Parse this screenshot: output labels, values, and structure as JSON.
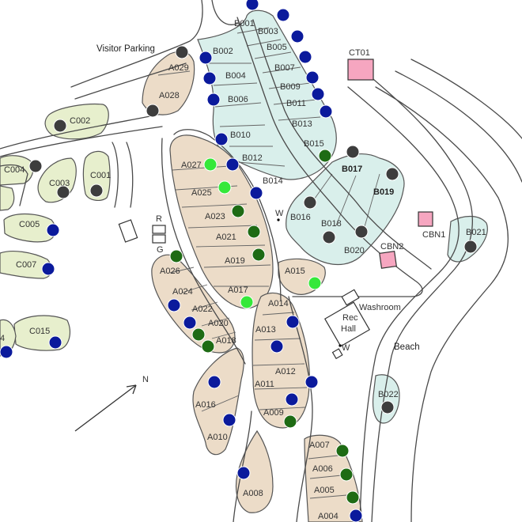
{
  "colors": {
    "reserved": "#0b1a9c",
    "occupied": "#1e6b14",
    "available": "#35e83a",
    "unknown": "#3d3d3d",
    "zone_a": "#ecdcc8",
    "zone_b": "#d9efeb",
    "zone_c": "#e7efcd",
    "cabin": "#f6a6c0"
  },
  "labels": {
    "visitor_parking": "Visitor Parking",
    "beach": "Beach",
    "washroom": "Washroom",
    "rec_hall_1": "Rec",
    "rec_hall_2": "Hall",
    "north": "N",
    "r": "R",
    "g": "G",
    "w1": "W",
    "w2": "W"
  },
  "cabins": [
    {
      "id": "CT01"
    },
    {
      "id": "CBN1"
    },
    {
      "id": "CBN2"
    }
  ],
  "sites": [
    {
      "id": "B001",
      "status": "reserved"
    },
    {
      "id": "B003",
      "status": "reserved"
    },
    {
      "id": "B005",
      "status": "reserved"
    },
    {
      "id": "B007",
      "status": "reserved"
    },
    {
      "id": "B009",
      "status": "reserved"
    },
    {
      "id": "B011",
      "status": "reserved"
    },
    {
      "id": "B013",
      "status": "reserved"
    },
    {
      "id": "B015",
      "status": "occupied"
    },
    {
      "id": "B017",
      "status": "unknown"
    },
    {
      "id": "B019",
      "status": "unknown"
    },
    {
      "id": "B002",
      "status": "reserved"
    },
    {
      "id": "B004",
      "status": "reserved"
    },
    {
      "id": "B006",
      "status": "reserved"
    },
    {
      "id": "B010",
      "status": "reserved"
    },
    {
      "id": "B012",
      "status": "reserved"
    },
    {
      "id": "B014",
      "status": "reserved"
    },
    {
      "id": "B016",
      "status": "unknown"
    },
    {
      "id": "B018",
      "status": "unknown"
    },
    {
      "id": "B020",
      "status": "unknown"
    },
    {
      "id": "B021",
      "status": "unknown"
    },
    {
      "id": "B022",
      "status": "unknown"
    },
    {
      "id": "A029",
      "status": "unknown"
    },
    {
      "id": "A028",
      "status": "unknown"
    },
    {
      "id": "A027",
      "status": "available"
    },
    {
      "id": "A025",
      "status": "available"
    },
    {
      "id": "A023",
      "status": "occupied"
    },
    {
      "id": "A021",
      "status": "occupied"
    },
    {
      "id": "A019",
      "status": "occupied"
    },
    {
      "id": "A017",
      "status": "available"
    },
    {
      "id": "A015",
      "status": "available"
    },
    {
      "id": "A026",
      "status": "occupied"
    },
    {
      "id": "A024",
      "status": "reserved"
    },
    {
      "id": "A022",
      "status": "reserved"
    },
    {
      "id": "A020",
      "status": "occupied"
    },
    {
      "id": "A018",
      "status": "occupied"
    },
    {
      "id": "A016",
      "status": "reserved"
    },
    {
      "id": "A014",
      "status": "reserved"
    },
    {
      "id": "A013",
      "status": "reserved"
    },
    {
      "id": "A012",
      "status": "reserved"
    },
    {
      "id": "A011",
      "status": "reserved"
    },
    {
      "id": "A010",
      "status": "reserved"
    },
    {
      "id": "A009",
      "status": "occupied"
    },
    {
      "id": "A008",
      "status": "reserved"
    },
    {
      "id": "A007",
      "status": "occupied"
    },
    {
      "id": "A006",
      "status": "occupied"
    },
    {
      "id": "A005",
      "status": "occupied"
    },
    {
      "id": "A004",
      "status": "reserved"
    },
    {
      "id": "C002",
      "status": "unknown"
    },
    {
      "id": "C004",
      "status": "unknown"
    },
    {
      "id": "C003",
      "status": "unknown"
    },
    {
      "id": "C001",
      "status": "unknown"
    },
    {
      "id": "C005",
      "status": "reserved"
    },
    {
      "id": "C007",
      "status": "reserved"
    },
    {
      "id": "C015",
      "status": "reserved"
    },
    {
      "id": "4",
      "status": "reserved"
    }
  ]
}
